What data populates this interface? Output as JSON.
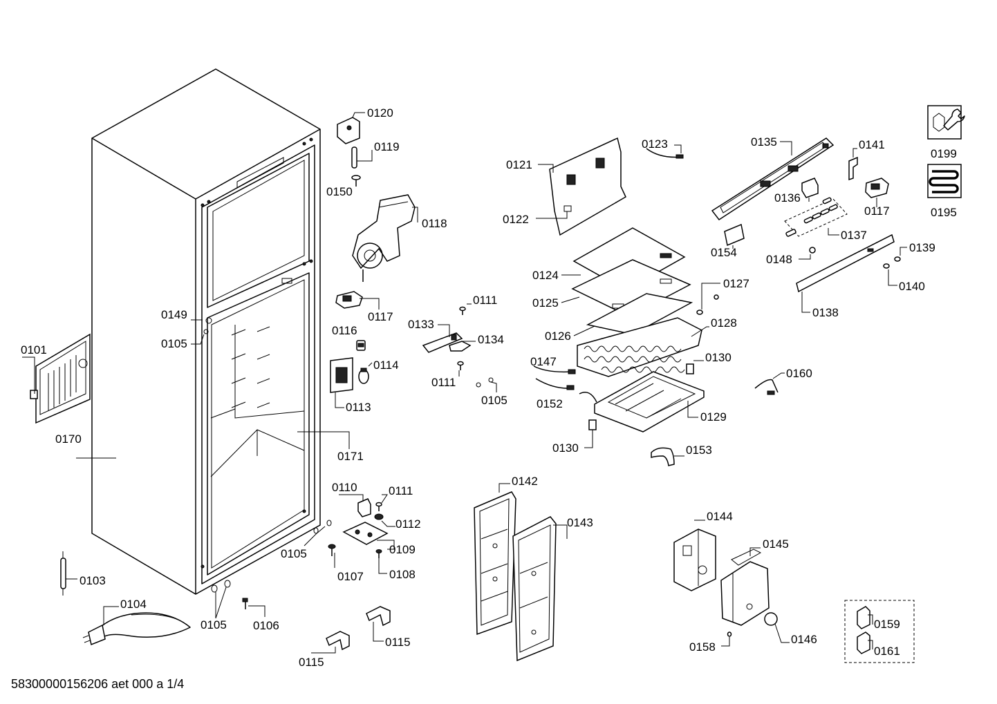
{
  "document_id": "58300000156206 aet 000 a 1/4",
  "labels": {
    "p0101": "0101",
    "p0103": "0103",
    "p0104": "0104",
    "p0105_a": "0105",
    "p0105_b": "0105",
    "p0105_c": "0105",
    "p0105_d": "0105",
    "p0106": "0106",
    "p0107": "0107",
    "p0108": "0108",
    "p0109": "0109",
    "p0110": "0110",
    "p0111_a": "0111",
    "p0111_b": "0111",
    "p0111_c": "0111",
    "p0112": "0112",
    "p0113": "0113",
    "p0114": "0114",
    "p0115_a": "0115",
    "p0115_b": "0115",
    "p0116": "0116",
    "p0117_a": "0117",
    "p0117_b": "0117",
    "p0118": "0118",
    "p0119": "0119",
    "p0120": "0120",
    "p0121": "0121",
    "p0122": "0122",
    "p0123": "0123",
    "p0124": "0124",
    "p0125": "0125",
    "p0126": "0126",
    "p0127": "0127",
    "p0128": "0128",
    "p0129": "0129",
    "p0130_a": "0130",
    "p0130_b": "0130",
    "p0133": "0133",
    "p0134": "0134",
    "p0135": "0135",
    "p0136": "0136",
    "p0137": "0137",
    "p0138": "0138",
    "p0139": "0139",
    "p0140": "0140",
    "p0141": "0141",
    "p0142": "0142",
    "p0143": "0143",
    "p0144": "0144",
    "p0145": "0145",
    "p0146": "0146",
    "p0147": "0147",
    "p0148": "0148",
    "p0149": "0149",
    "p0150": "0150",
    "p0152": "0152",
    "p0153": "0153",
    "p0154": "0154",
    "p0158": "0158",
    "p0159": "0159",
    "p0160": "0160",
    "p0161": "0161",
    "p0170": "0170",
    "p0171": "0171",
    "p0195": "0195",
    "p0199": "0199"
  },
  "icons": {
    "service": "wrench-nut-icon",
    "heater": "heating-coil-icon"
  }
}
